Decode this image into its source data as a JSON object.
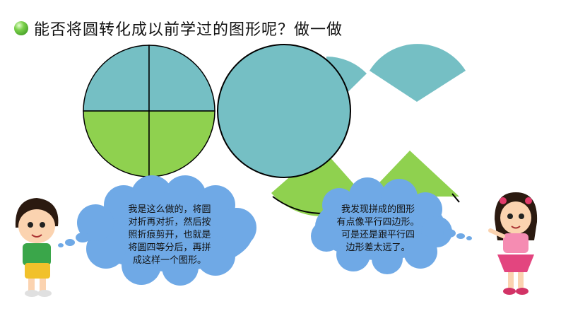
{
  "title": "能否将圆转化成以前学过的图形呢？做一做",
  "bubble_left": {
    "lines": [
      "我是这么做的，将圆",
      "对折再对折，然后按",
      "照折痕剪开，也就是",
      "将圆四等分后，再拼",
      "成这样一个图形。"
    ]
  },
  "bubble_right": {
    "lines": [
      "我发现拼成的图形",
      "有点像平行四边形。",
      "可是还是跟平行四",
      "边形差太远了。"
    ]
  },
  "colors": {
    "teal": "#75bfc4",
    "green": "#8fd14f",
    "cloud": "#6fa9e6",
    "outline": "#000000"
  }
}
